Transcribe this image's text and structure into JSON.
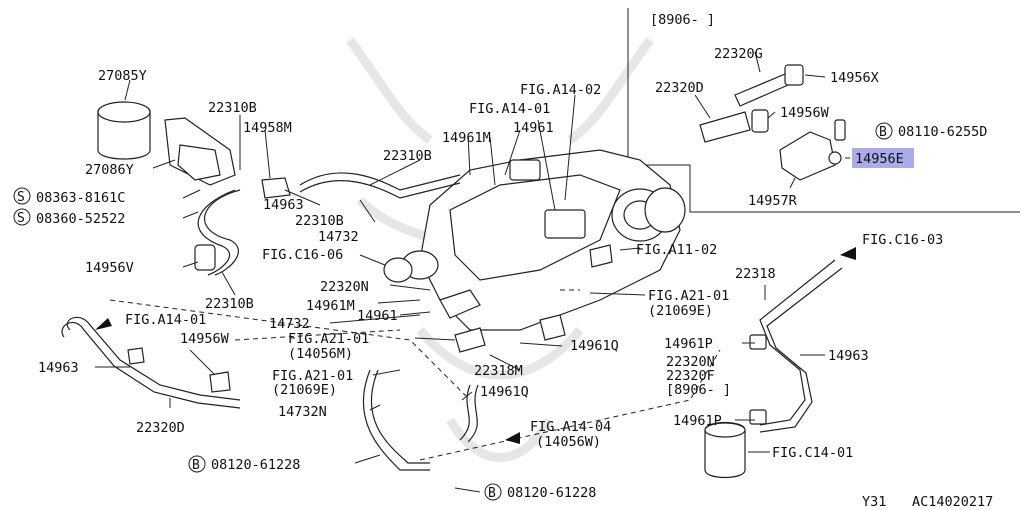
{
  "header": {
    "variant_label": "[8906-    ]"
  },
  "footer": {
    "page_code": "Y31",
    "figure_id": "AC14020217"
  },
  "callouts": {
    "c27085Y": "27085Y",
    "c27086Y": "27086Y",
    "c22310B_1": "22310B",
    "c22310B_2": "22310B",
    "c22310B_3": "22310B",
    "c22310B_4": "22310B",
    "c14958M": "14958M",
    "c14963_1": "14963",
    "c14963_2": "14963",
    "c14963_3": "14963",
    "s08363": "08363-8161C",
    "s08360": "08360-52522",
    "c14956V": "14956V",
    "c14961M_1": "14961M",
    "c14961M_2": "14961M",
    "c14961_1": "14961",
    "c14961_2": "14961",
    "c14732_1": "14732",
    "c14732_2": "14732",
    "c14732N": "14732N",
    "c22320N_1": "22320N",
    "c22320N_2": "22320N",
    "c22320F": "22320F",
    "variant_2": "[8906-     ]",
    "c22320G": "22320G",
    "c22320D_1": "22320D",
    "c22320D_2": "22320D",
    "c14956X": "14956X",
    "c14956W_1": "14956W",
    "c14956W_2": "14956W",
    "b08110": "08110-6255D",
    "c14956E": "14956E",
    "c14957R": "14957R",
    "c22318": "22318",
    "c22318M": "22318M",
    "c14961P_1": "14961P",
    "c14961P_2": "14961P",
    "c14961Q_1": "14961Q",
    "c14961Q_2": "14961Q",
    "b08120_1": "08120-61228",
    "b08120_2": "08120-61228"
  },
  "figure_refs": {
    "a14_02": "FIG.A14-02",
    "a14_01_top": "FIG.A14-01",
    "a14_01_left": "FIG.A14-01",
    "c16_06": "FIG.C16-06",
    "a11_02": "FIG.A11-02",
    "a21_01_right": "FIG.A21-01",
    "a21_01_right_sub": "(21069E)",
    "a21_01_mid": "FIG.A21-01",
    "a21_01_mid_sub": "(14056M)",
    "a21_01_low": "FIG.A21-01",
    "a21_01_low_sub": "(21069E)",
    "c16_03": "FIG.C16-03",
    "a14_04": "FIG.A14-04",
    "a14_04_sub": "(14056W)",
    "c14_01": "FIG.C14-01"
  },
  "symbols": {
    "screw": "S",
    "bolt": "B"
  },
  "highlight_color": "#8f8fe0"
}
